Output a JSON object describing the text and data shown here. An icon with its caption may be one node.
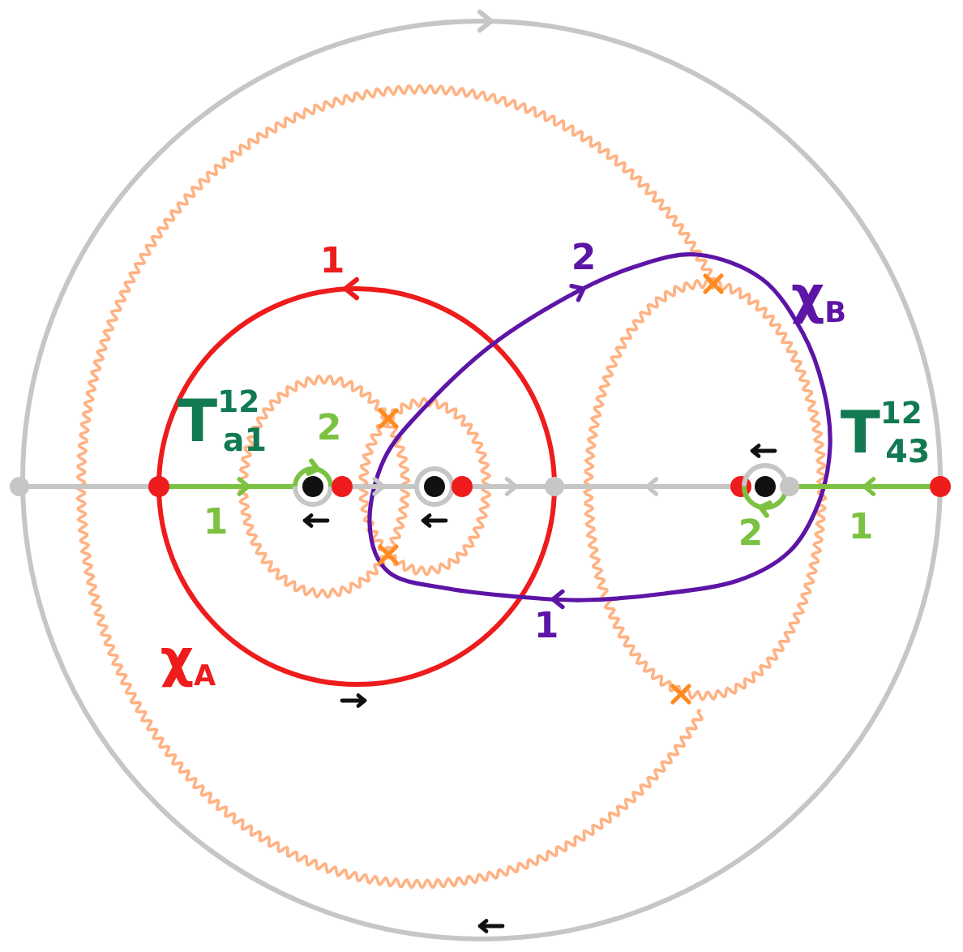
{
  "diagram": {
    "nodes": [
      {
        "text": [],
        "shape": "circle"
      },
      {
        "text": [],
        "shape": "circle"
      },
      {
        "text": [],
        "shape": "circle"
      },
      {
        "text": [],
        "shape": "circle",
        "in": 2
      },
      {
        "text": [],
        "shape": "circle"
      },
      {
        "text": [],
        "shape": "circle"
      },
      {
        "text": [],
        "shape": "circle",
        "in": 5
      },
      {
        "text": [],
        "shape": "circle"
      },
      {
        "text": [],
        "shape": "circle"
      },
      {
        "text": [],
        "shape": "circle"
      },
      {
        "text": [],
        "shape": "circle"
      },
      {
        "text": [],
        "shape": "circle",
        "in": 10
      },
      {
        "text": [],
        "shape": "circle"
      },
      {
        "text": [],
        "shape": "circle"
      }
    ],
    "edges": [
      {
        "from": 0,
        "to": 1,
        "arrow": "none"
      },
      {
        "from": 1,
        "to": 2,
        "arrow": "to",
        "color": "#7cc242"
      },
      {
        "from": 4,
        "to": 5,
        "arrow": "to"
      },
      {
        "from": 7,
        "to": 8,
        "arrow": "to"
      },
      {
        "from": 9,
        "to": 8,
        "arrow": "to"
      },
      {
        "from": 13,
        "to": 12,
        "arrow": "to",
        "color": "#7cc242"
      }
    ],
    "labels": [
      "1",
      "2",
      "χ$_{B}$",
      "T$^{12}$$_{a1}$",
      "2",
      "T$^{12}$$_{43}$",
      "1",
      "2",
      "1",
      "1",
      "χ$_{A}$"
    ]
  }
}
